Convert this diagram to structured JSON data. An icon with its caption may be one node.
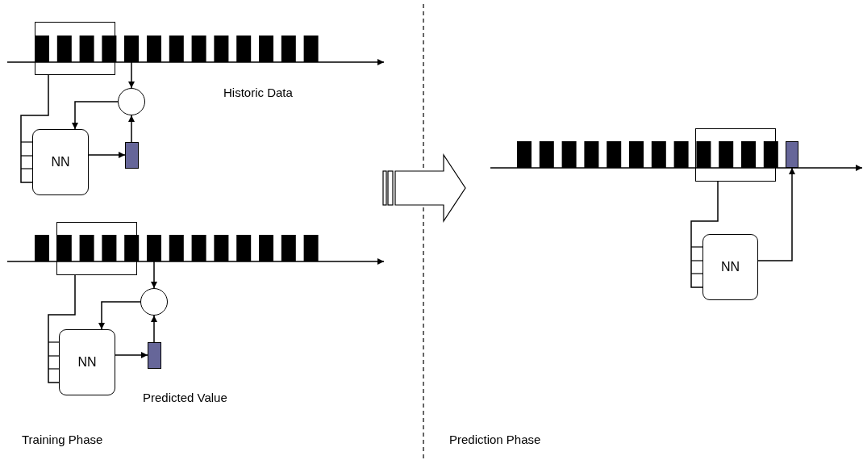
{
  "diagram": {
    "nodes": [
      {
        "text": [],
        "shape": "box"
      },
      {
        "text": [],
        "shape": "circle"
      },
      {
        "text": [
          "NN"
        ]
      },
      {
        "text": [],
        "shape": "bar"
      },
      {
        "text": [],
        "shape": "box"
      },
      {
        "text": [],
        "shape": "circle"
      },
      {
        "text": [
          "NN"
        ]
      },
      {
        "text": [],
        "shape": "bar",
        "beside": [
          "Predicted Value"
        ]
      },
      {
        "text": [],
        "shape": "box"
      },
      {
        "text": [
          "NN"
        ]
      },
      {
        "text": [],
        "shape": "bar"
      },
      {
        "text": [],
        "shape": "bar"
      },
      {
        "text": [],
        "shape": "bar"
      }
    ],
    "edges": [
      {
        "from": 0,
        "to": 2,
        "arrow": "none"
      },
      {
        "from": 11,
        "to": 1,
        "arrow": "to"
      },
      {
        "from": 1,
        "to": 2,
        "arrow": "to"
      },
      {
        "from": 2,
        "to": 3,
        "arrow": "to"
      },
      {
        "from": 3,
        "to": 1,
        "arrow": "to"
      },
      {
        "from": 4,
        "to": 6,
        "arrow": "none"
      },
      {
        "from": 12,
        "to": 5,
        "arrow": "to"
      },
      {
        "from": 5,
        "to": 6,
        "arrow": "to"
      },
      {
        "from": 6,
        "to": 7,
        "arrow": "to"
      },
      {
        "from": 7,
        "to": 5,
        "arrow": "to"
      },
      {
        "from": 8,
        "to": 9,
        "arrow": "none"
      },
      {
        "from": 9,
        "to": 10,
        "arrow": "to"
      }
    ],
    "labels": [
      "Historic Data",
      "Training Phase",
      "Prediction Phase"
    ]
  }
}
